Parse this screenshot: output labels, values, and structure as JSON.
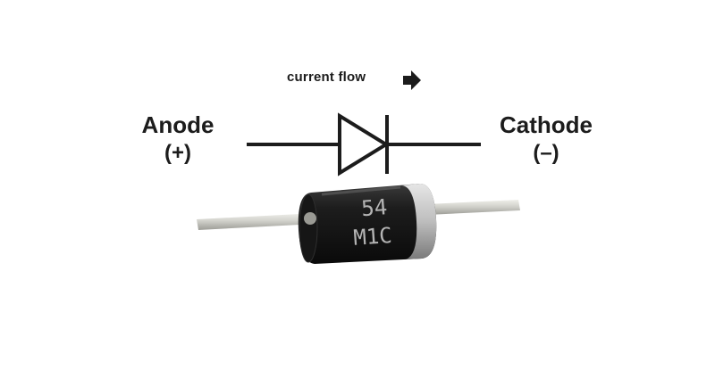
{
  "labels": {
    "current_flow": "current flow",
    "anode": "Anode",
    "anode_polarity": "(+)",
    "cathode": "Cathode",
    "cathode_polarity": "(–)"
  },
  "component_marking": {
    "line1": "54",
    "line2": "M1C"
  },
  "icons": {
    "flow_direction": "arrow-right-icon"
  },
  "colors": {
    "ink": "#1c1c1c",
    "background": "#ffffff",
    "body": "#1a1a1a",
    "cathode_band": "#bdbdbd",
    "lead": "#c9c9c4"
  }
}
